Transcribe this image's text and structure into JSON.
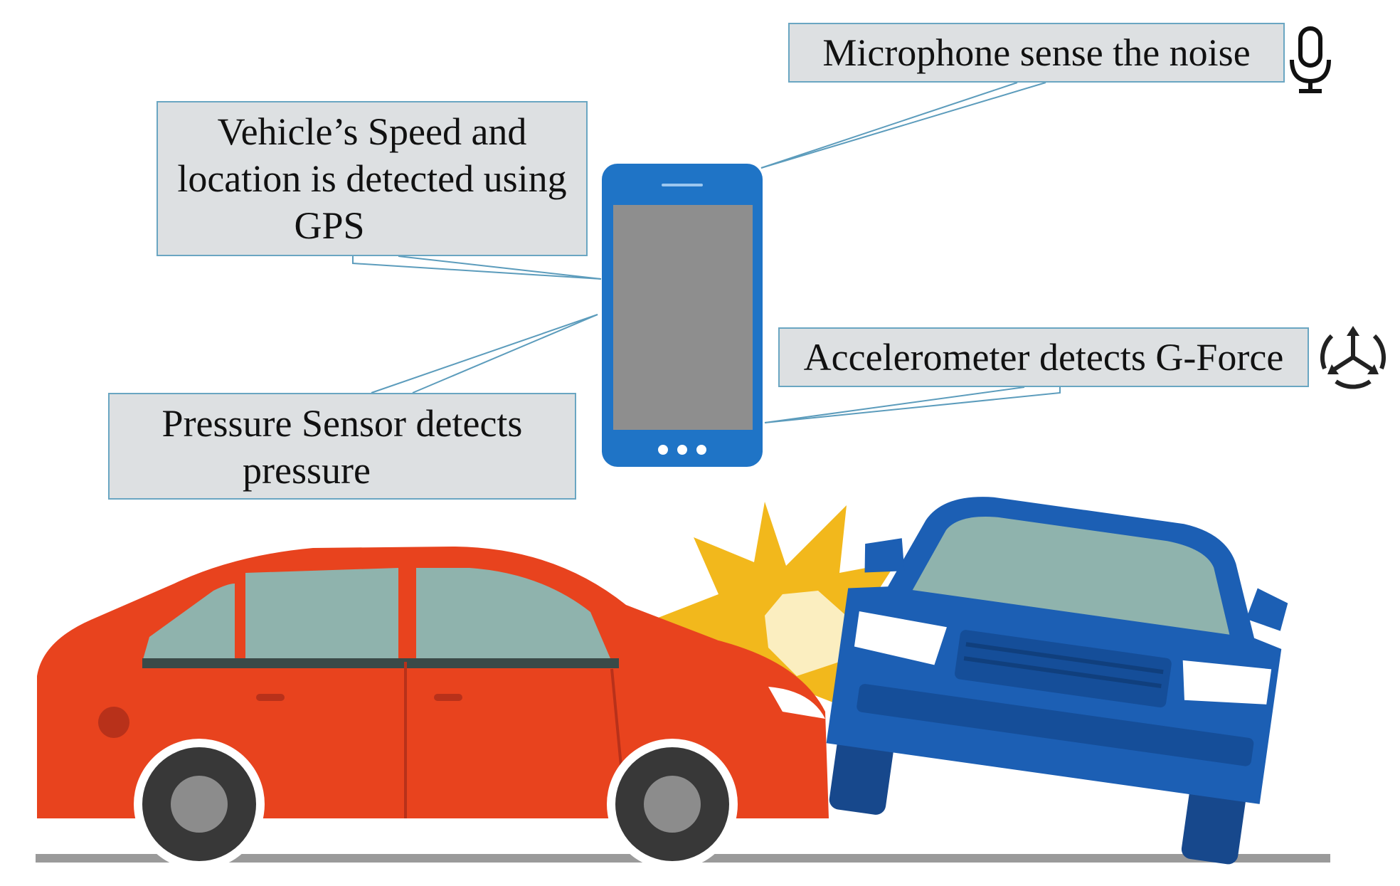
{
  "callouts": {
    "gps": {
      "line1": "Vehicle’s Speed and",
      "line2": "location is detected using",
      "line3": "GPS",
      "icon": "speedometer-icon"
    },
    "microphone": {
      "text": "Microphone sense the noise",
      "icon": "microphone-icon"
    },
    "accelerometer": {
      "text": "Accelerometer detects G-Force",
      "icon": "g-force-arrows-icon"
    },
    "pressure": {
      "line1": "Pressure Sensor detects",
      "line2": "pressure",
      "icon": "pressure-gauge-icon"
    }
  },
  "colors": {
    "callout_fill": "#dde0e2",
    "callout_border": "#6aa6c2",
    "phone_blue": "#1f74c6",
    "phone_screen": "#8e8e8e",
    "red_car": "#e8431e",
    "blue_car": "#1c5fb4",
    "impact_burst": "#f2b81c",
    "road": "#9a9a9a"
  }
}
